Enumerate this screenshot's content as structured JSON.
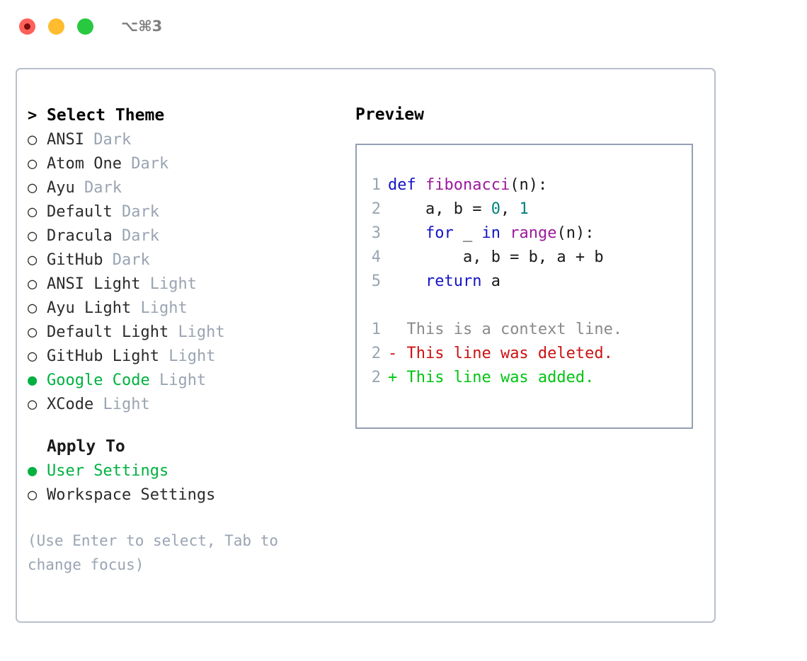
{
  "titlebar": {
    "shortcut": "⌥⌘3",
    "buttons": [
      {
        "name": "close",
        "color": "#ff6058"
      },
      {
        "name": "minimize",
        "color": "#febc2e"
      },
      {
        "name": "maximize",
        "color": "#28c840"
      }
    ]
  },
  "theme_picker": {
    "header_marker": ">",
    "header": "Select Theme",
    "unselected_marker": "○",
    "selected_marker": "●",
    "items": [
      {
        "marker": "○",
        "name": "ANSI",
        "kind": "Dark",
        "selected": false
      },
      {
        "marker": "○",
        "name": "Atom One",
        "kind": "Dark",
        "selected": false
      },
      {
        "marker": "○",
        "name": "Ayu",
        "kind": "Dark",
        "selected": false
      },
      {
        "marker": "○",
        "name": "Default",
        "kind": "Dark",
        "selected": false
      },
      {
        "marker": "○",
        "name": "Dracula",
        "kind": "Dark",
        "selected": false
      },
      {
        "marker": "○",
        "name": "GitHub",
        "kind": "Dark",
        "selected": false
      },
      {
        "marker": "○",
        "name": "ANSI Light",
        "kind": "Light",
        "selected": false
      },
      {
        "marker": "○",
        "name": "Ayu Light",
        "kind": "Light",
        "selected": false
      },
      {
        "marker": "○",
        "name": "Default Light",
        "kind": "Light",
        "selected": false
      },
      {
        "marker": "○",
        "name": "GitHub Light",
        "kind": "Light",
        "selected": false
      },
      {
        "marker": "●",
        "name": "Google Code",
        "kind": "Light",
        "selected": true
      },
      {
        "marker": "○",
        "name": "XCode",
        "kind": "Light",
        "selected": false
      }
    ]
  },
  "apply_to": {
    "header": "Apply To",
    "options": [
      {
        "marker": "●",
        "label": "User Settings",
        "selected": true
      },
      {
        "marker": "○",
        "label": "Workspace Settings",
        "selected": false
      }
    ]
  },
  "hint": "(Use Enter to select, Tab to change focus)",
  "preview": {
    "title": "Preview",
    "code_lines": [
      {
        "n": "1",
        "tokens": [
          {
            "t": "def",
            "c": "kw"
          },
          {
            "t": " ",
            "c": "pl"
          },
          {
            "t": "fibonacci",
            "c": "fn"
          },
          {
            "t": "(n):",
            "c": "pl"
          }
        ]
      },
      {
        "n": "2",
        "tokens": [
          {
            "t": "    a, b = ",
            "c": "pl"
          },
          {
            "t": "0",
            "c": "num"
          },
          {
            "t": ", ",
            "c": "pl"
          },
          {
            "t": "1",
            "c": "num"
          }
        ]
      },
      {
        "n": "3",
        "tokens": [
          {
            "t": "    ",
            "c": "pl"
          },
          {
            "t": "for",
            "c": "kw"
          },
          {
            "t": " _ ",
            "c": "pl"
          },
          {
            "t": "in",
            "c": "kw"
          },
          {
            "t": " ",
            "c": "pl"
          },
          {
            "t": "range",
            "c": "fn"
          },
          {
            "t": "(n):",
            "c": "pl"
          }
        ]
      },
      {
        "n": "4",
        "tokens": [
          {
            "t": "        a, b = b, a + b",
            "c": "pl"
          }
        ]
      },
      {
        "n": "5",
        "tokens": [
          {
            "t": "    ",
            "c": "pl"
          },
          {
            "t": "return",
            "c": "kw"
          },
          {
            "t": " a",
            "c": "pl"
          }
        ]
      }
    ],
    "diff_lines": [
      {
        "n": "1",
        "sign": " ",
        "text": " This is a context line.",
        "kind": "ctx"
      },
      {
        "n": "2",
        "sign": "-",
        "text": " This line was deleted.",
        "kind": "del"
      },
      {
        "n": "2",
        "sign": "+",
        "text": " This line was added.",
        "kind": "add"
      }
    ]
  },
  "colors": {
    "accent_green": "#00b140",
    "muted": "#9aa4b2",
    "keyword": "#1414c8",
    "function": "#9b1a9b",
    "number": "#008080",
    "diff_delete": "#cc1111",
    "diff_add": "#00c412",
    "panel_border": "#93a0b4",
    "card_border": "#b9c0cc"
  }
}
